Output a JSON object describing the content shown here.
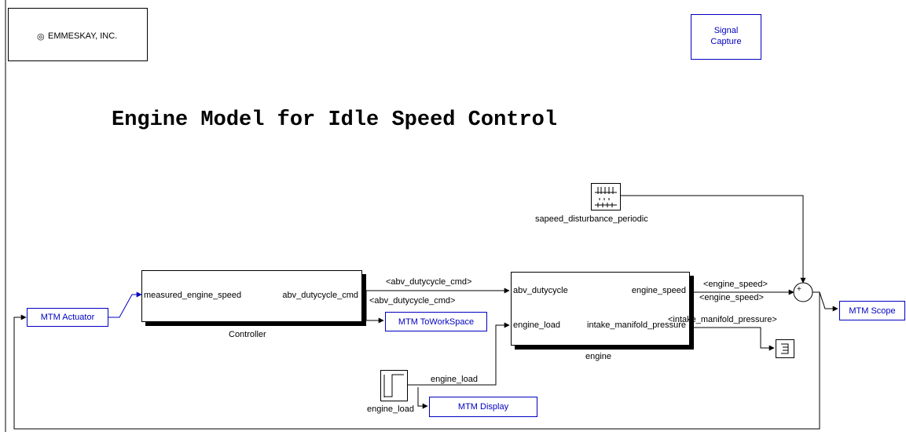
{
  "logo_box": {
    "text": "EMMESKAY, INC."
  },
  "title": "Engine Model for Idle Speed Control",
  "signal_capture": {
    "line1": "Signal",
    "line2": "Capture"
  },
  "controller": {
    "input_port": "measured_engine_speed",
    "output_port": "abv_dutycycle_cmd",
    "name": "Controller"
  },
  "engine": {
    "input_port_1": "abv_dutycycle",
    "input_port_2": "engine_load",
    "output_port_1": "engine_speed",
    "output_port_2": "intake_manifold_pressure",
    "name": "engine"
  },
  "disturbance": {
    "name": "sapeed_disturbance_periodic"
  },
  "engine_load_block": {
    "name": "engine_load",
    "signal_label": "engine_load"
  },
  "signals": {
    "abv_cmd_top": "<abv_dutycycle_cmd>",
    "abv_cmd_bottom": "<abv_dutycycle_cmd>",
    "engine_speed_top": "<engine_speed>",
    "engine_speed_bottom": "<engine_speed>",
    "intake_pressure": "<intake_manifold_pressure>"
  },
  "blue_blocks": {
    "actuator": "MTM Actuator",
    "toworkspace": "MTM ToWorkSpace",
    "scope": "MTM Scope",
    "display": "MTM Display"
  },
  "sum_block": {
    "sign": "+"
  },
  "colors": {
    "mtm_blue": "#0000c0",
    "line": "#000000"
  }
}
